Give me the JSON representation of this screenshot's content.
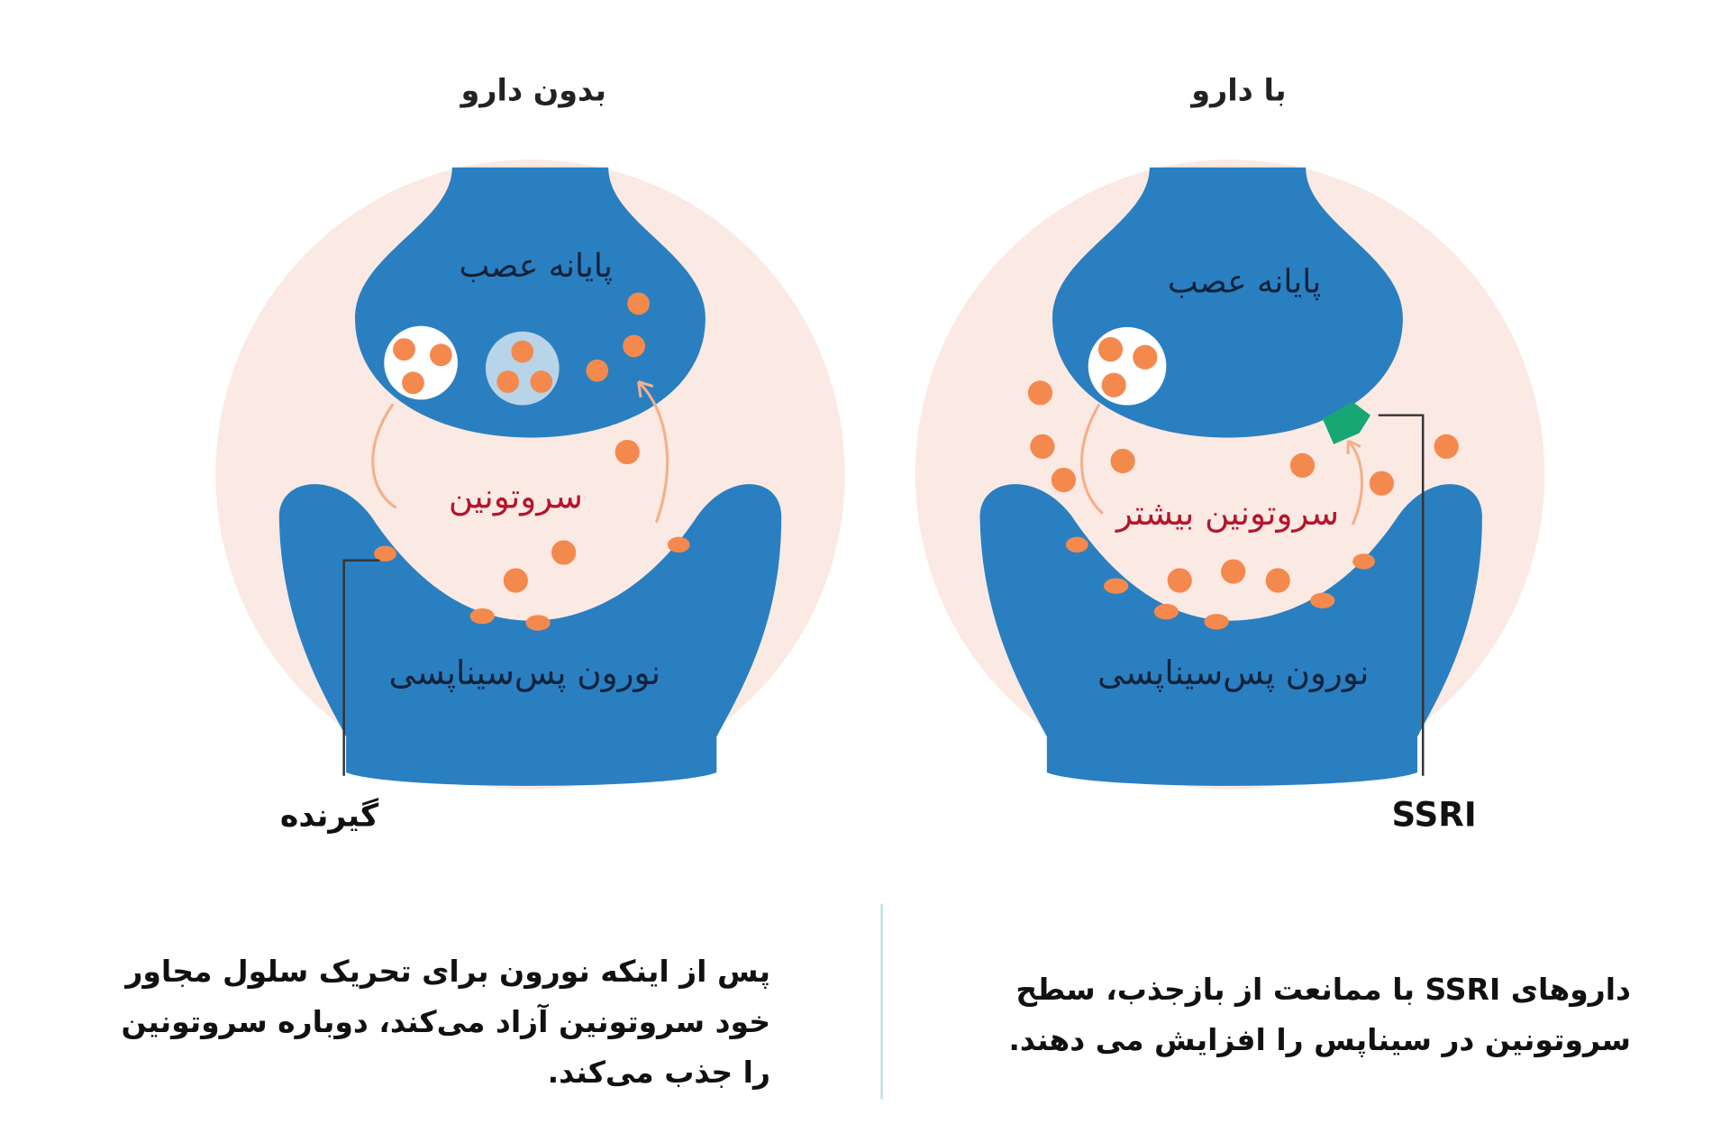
{
  "left_panel": {
    "title": "بدون دارو",
    "terminal_label": "پایانه عصب",
    "serotonin_label": "سروتونین",
    "postsynaptic_label": "نورون پس‌سیناپسی",
    "receptor_label": "گیرنده",
    "caption_lines": [
      "پس از اینکه نورون برای تحریک سلول مجاور",
      "خود سروتونین آزاد می‌کند،  دوباره سروتونین",
      "را جذب می‌کند."
    ]
  },
  "right_panel": {
    "title": "با دارو",
    "terminal_label": "پایانه عصب",
    "serotonin_label": "سروتونین بیشتر",
    "postsynaptic_label": "نورون پس‌سیناپسی",
    "drug_label": "SSRI",
    "caption_lines": [
      "داروهای SSRI با ممانعت از بازجذب، سطح",
      "سروتونین در سیناپس را افزایش می دهند."
    ]
  },
  "colors": {
    "neuron_blue": "#2a7fc1",
    "background_circle": "#fbe9e3",
    "serotonin_orange": "#f4894e",
    "serotonin_text": "#b3162b",
    "ssri_green": "#17a774",
    "divider": "#bfdde6"
  }
}
